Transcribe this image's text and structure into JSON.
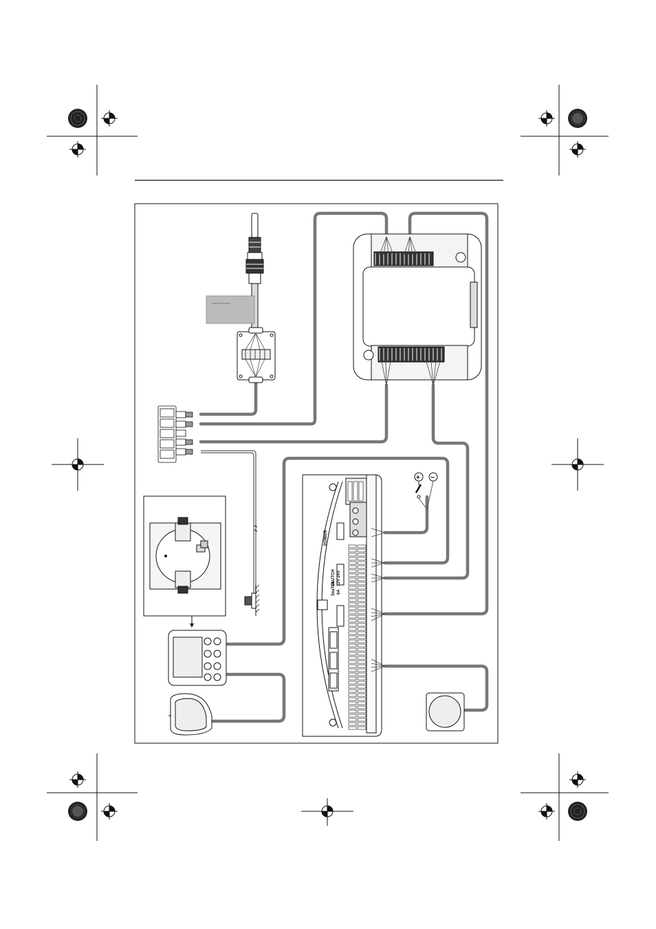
{
  "board_labels": {
    "power": "POWER",
    "clutch": "CLUTCH",
    "voltage": "12V  24V",
    "seatalk": "SeaTalk",
    "fuse": "6A"
  },
  "battery_terminals": {
    "positive": "+",
    "negative": "−"
  }
}
